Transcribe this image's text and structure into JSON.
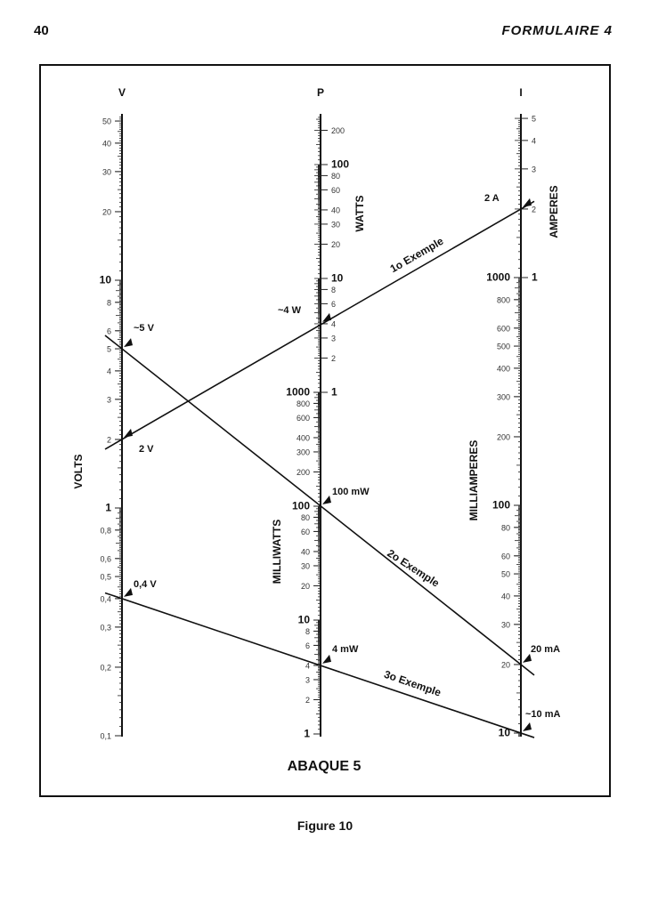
{
  "header": {
    "page_number": "40",
    "running_title": "FORMULAIRE 4"
  },
  "figure": {
    "title": "ABAQUE 5",
    "caption": "Figure 10",
    "axes": [
      {
        "id": "V",
        "letter": "V",
        "scales": [
          {
            "unit": "VOLTS",
            "range": [
              0.1,
              50
            ],
            "labels": [
              [
                "50",
                50
              ],
              [
                "40",
                40
              ],
              [
                "30",
                30
              ],
              [
                "20",
                20
              ],
              [
                "10",
                10
              ],
              [
                "8",
                8
              ],
              [
                "6",
                6
              ],
              [
                "5",
                5
              ],
              [
                "4",
                4
              ],
              [
                "3",
                3
              ],
              [
                "2",
                2
              ],
              [
                "1",
                1
              ],
              [
                "0,8",
                0.8
              ],
              [
                "0,6",
                0.6
              ],
              [
                "0,5",
                0.5
              ],
              [
                "0,4",
                0.4
              ],
              [
                "0,3",
                0.3
              ],
              [
                "0,2",
                0.2
              ],
              [
                "0,1",
                0.1
              ]
            ]
          }
        ]
      },
      {
        "id": "P",
        "letter": "P",
        "scales": [
          {
            "unit": "WATTS",
            "range": [
              1,
              250
            ],
            "labels": [
              [
                "200",
                200
              ],
              [
                "100",
                100
              ],
              [
                "80",
                80
              ],
              [
                "60",
                60
              ],
              [
                "40",
                40
              ],
              [
                "30",
                30
              ],
              [
                "20",
                20
              ],
              [
                "10",
                10
              ],
              [
                "8",
                8
              ],
              [
                "6",
                6
              ],
              [
                "4",
                4
              ],
              [
                "3",
                3
              ],
              [
                "2",
                2
              ],
              [
                "1",
                1
              ]
            ]
          },
          {
            "unit": "MILLIWATTS",
            "range": [
              1,
              1000
            ],
            "labels": [
              [
                "1000",
                1000
              ],
              [
                "800",
                800
              ],
              [
                "600",
                600
              ],
              [
                "400",
                400
              ],
              [
                "300",
                300
              ],
              [
                "200",
                200
              ],
              [
                "100",
                100
              ],
              [
                "80",
                80
              ],
              [
                "60",
                60
              ],
              [
                "40",
                40
              ],
              [
                "30",
                30
              ],
              [
                "20",
                20
              ],
              [
                "10",
                10
              ],
              [
                "8",
                8
              ],
              [
                "6",
                6
              ],
              [
                "4",
                4
              ],
              [
                "3",
                3
              ],
              [
                "2",
                2
              ],
              [
                "1",
                1
              ]
            ]
          }
        ]
      },
      {
        "id": "I",
        "letter": "I",
        "scales": [
          {
            "unit": "AMPERES",
            "range": [
              1,
              5
            ],
            "labels": [
              [
                "5",
                5
              ],
              [
                "4",
                4
              ],
              [
                "3",
                3
              ],
              [
                "2",
                2
              ],
              [
                "1",
                1
              ]
            ]
          },
          {
            "unit": "MILLIAMPERES",
            "range": [
              10,
              1000
            ],
            "labels": [
              [
                "1000",
                1000
              ],
              [
                "800",
                800
              ],
              [
                "600",
                600
              ],
              [
                "500",
                500
              ],
              [
                "400",
                400
              ],
              [
                "300",
                300
              ],
              [
                "200",
                200
              ],
              [
                "100",
                100
              ],
              [
                "80",
                80
              ],
              [
                "60",
                60
              ],
              [
                "50",
                50
              ],
              [
                "40",
                40
              ],
              [
                "30",
                30
              ],
              [
                "20",
                20
              ],
              [
                "10",
                10
              ]
            ]
          }
        ]
      }
    ],
    "examples": [
      {
        "label": "1o Exemple",
        "V": 2,
        "P_W": 4,
        "I_A": 2,
        "marks": [
          "2 V",
          "~4 W",
          "2 A"
        ]
      },
      {
        "label": "2o Exemple",
        "V": 5,
        "P_mW": 100,
        "I_mA": 20,
        "marks": [
          "~5 V",
          "100 mW",
          "20 mA"
        ]
      },
      {
        "label": "3o Exemple",
        "V": 0.4,
        "P_mW": 4,
        "I_mA": 10,
        "marks": [
          "0,4 V",
          "4 mW",
          "~10 mA"
        ]
      }
    ]
  }
}
